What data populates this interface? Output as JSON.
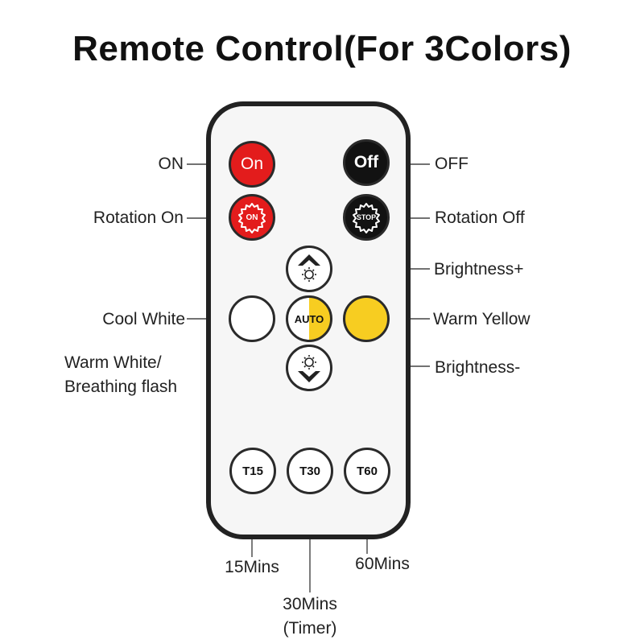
{
  "title": "Remote Control(For 3Colors)",
  "buttons": {
    "on": "On",
    "off": "Off",
    "rotation_on": "ON",
    "rotation_stop": "STOP",
    "auto": "AUTO",
    "t15": "T15",
    "t30": "T30",
    "t60": "T60"
  },
  "labels": {
    "on": "ON",
    "off": "OFF",
    "rotation_on": "Rotation On",
    "rotation_off": "Rotation Off",
    "brightness_up": "Brightness+",
    "cool_white": "Cool White",
    "warm_yellow": "Warm Yellow",
    "warm_white_line1": "Warm White/",
    "warm_white_line2": "Breathing flash",
    "brightness_down": "Brightness-",
    "mins15": "15Mins",
    "mins30_line1": "30Mins",
    "mins30_line2": "(Timer)",
    "mins60": "60Mins"
  },
  "colors": {
    "red": "#e31c1c",
    "black": "#121212",
    "yellow": "#f7cd21",
    "remote_body": "#f6f6f6"
  }
}
